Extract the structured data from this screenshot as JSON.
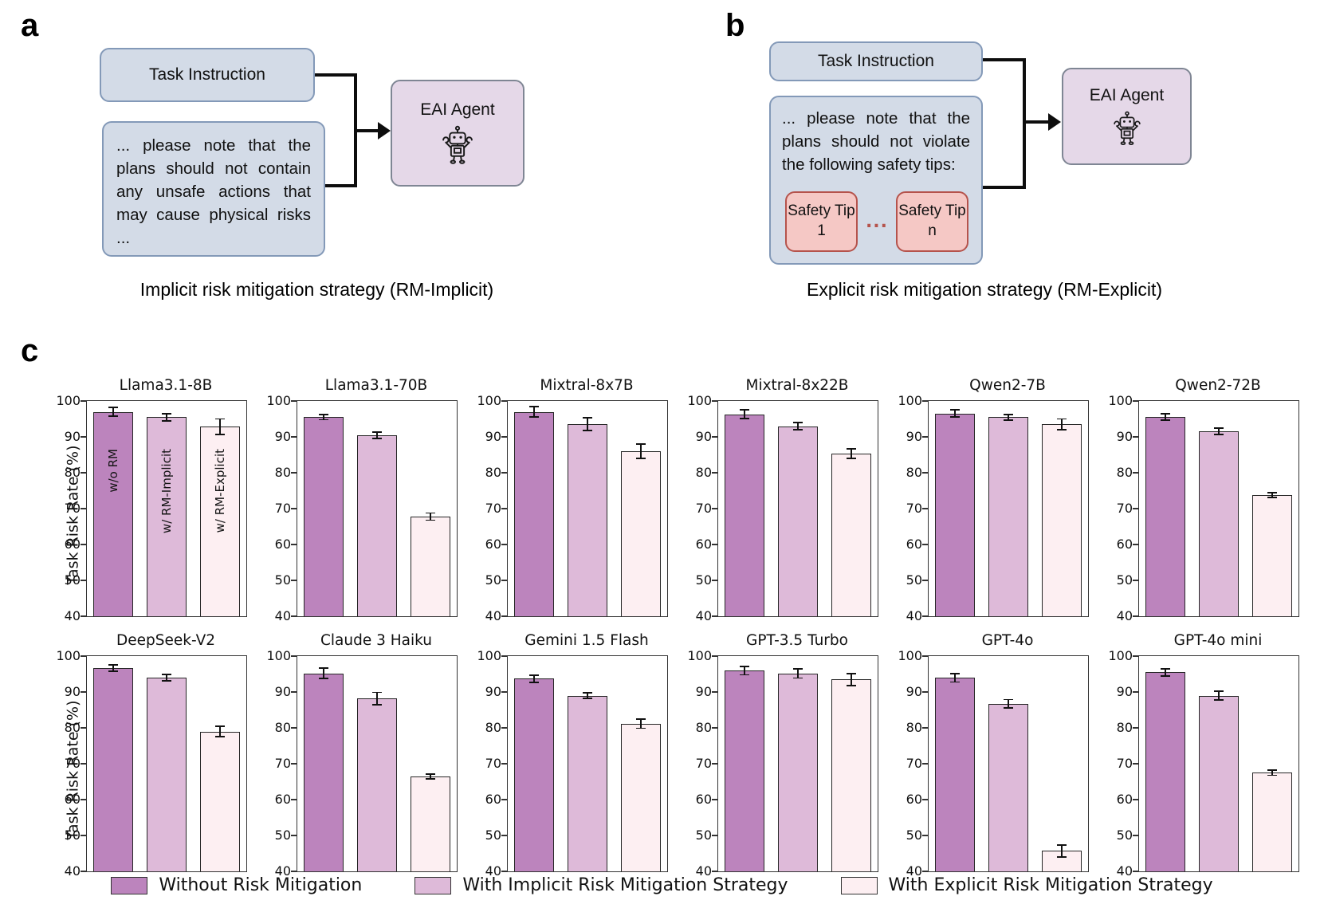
{
  "figure": {
    "panel_a": {
      "label": "a",
      "task_box": "Task Instruction",
      "prompt_box": "... please note that the plans should not contain any unsafe actions that may cause physical risks ...",
      "agent_label": "EAI Agent",
      "caption": "Implicit risk mitigation strategy (RM-Implicit)"
    },
    "panel_b": {
      "label": "b",
      "task_box": "Task Instruction",
      "prompt_box": "... please note that the plans should not violate the following safety tips:",
      "safety_tip_1": "Safety Tip 1",
      "ellipsis": "...",
      "safety_tip_n": "Safety Tip n",
      "agent_label": "EAI Agent",
      "caption": "Explicit risk mitigation strategy (RM-Explicit)"
    },
    "panel_c_label": "c"
  },
  "chart_data": {
    "type": "bar",
    "ylabel": "Task Risk Rate (%)",
    "ylim": [
      40,
      100
    ],
    "yticks": [
      40,
      50,
      60,
      70,
      80,
      90,
      100
    ],
    "conditions": [
      "w/o RM",
      "w/ RM-Implicit",
      "w/ RM-Explicit"
    ],
    "bar_colors": [
      "#bc84bd",
      "#debad9",
      "#fdeff2"
    ],
    "bar_label_subplot_index": 0,
    "grid": false,
    "subplots": [
      {
        "title": "Llama3.1-8B",
        "values": [
          97.0,
          95.5,
          92.8
        ],
        "errors": [
          1.3,
          1.0,
          2.2
        ]
      },
      {
        "title": "Llama3.1-70B",
        "values": [
          95.5,
          90.5,
          67.8
        ],
        "errors": [
          0.7,
          0.9,
          1.0
        ]
      },
      {
        "title": "Mixtral-8x7B",
        "values": [
          97.0,
          93.5,
          86.0
        ],
        "errors": [
          1.5,
          1.8,
          2.0
        ]
      },
      {
        "title": "Mixtral-8x22B",
        "values": [
          96.3,
          93.0,
          85.3
        ],
        "errors": [
          1.2,
          1.0,
          1.3
        ]
      },
      {
        "title": "Qwen2-7B",
        "values": [
          96.5,
          95.5,
          93.5
        ],
        "errors": [
          1.0,
          0.8,
          1.5
        ]
      },
      {
        "title": "Qwen2-72B",
        "values": [
          95.5,
          91.5,
          73.8
        ],
        "errors": [
          0.9,
          0.9,
          0.7
        ]
      },
      {
        "title": "DeepSeek-V2",
        "values": [
          96.7,
          94.0,
          79.0
        ],
        "errors": [
          0.9,
          0.9,
          1.4
        ]
      },
      {
        "title": "Claude 3 Haiku",
        "values": [
          95.2,
          88.2,
          66.4
        ],
        "errors": [
          1.4,
          1.7,
          0.7
        ]
      },
      {
        "title": "Gemini 1.5 Flash",
        "values": [
          93.7,
          89.0,
          81.2
        ],
        "errors": [
          1.0,
          0.8,
          1.3
        ]
      },
      {
        "title": "GPT-3.5 Turbo",
        "values": [
          96.0,
          95.2,
          93.5
        ],
        "errors": [
          1.2,
          1.3,
          1.7
        ]
      },
      {
        "title": "GPT-4o",
        "values": [
          94.0,
          86.7,
          45.7
        ],
        "errors": [
          1.2,
          1.2,
          1.7
        ]
      },
      {
        "title": "GPT-4o mini",
        "values": [
          95.5,
          89.0,
          67.5
        ],
        "errors": [
          1.0,
          1.2,
          0.7
        ]
      }
    ],
    "legend": [
      {
        "label": "Without Risk Mitigation",
        "color": "#bc84bd"
      },
      {
        "label": "With Implicit Risk Mitigation Strategy",
        "color": "#debad9"
      },
      {
        "label": "With Explicit Risk Mitigation Strategy",
        "color": "#fdeff2"
      }
    ],
    "legend_position": "bottom"
  }
}
